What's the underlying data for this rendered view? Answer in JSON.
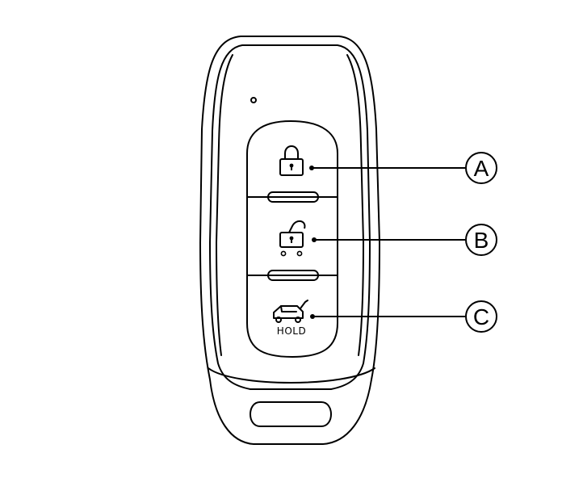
{
  "buttons": {
    "lock": {
      "icon": "lock-closed-icon"
    },
    "unlock": {
      "icon": "lock-open-icon"
    },
    "tailgate": {
      "icon": "car-tailgate-icon",
      "sub_label": "HOLD"
    }
  },
  "callouts": {
    "a": {
      "letter": "A"
    },
    "b": {
      "letter": "B"
    },
    "c": {
      "letter": "C"
    }
  },
  "colors": {
    "line": "#000000",
    "background": "#ffffff"
  }
}
